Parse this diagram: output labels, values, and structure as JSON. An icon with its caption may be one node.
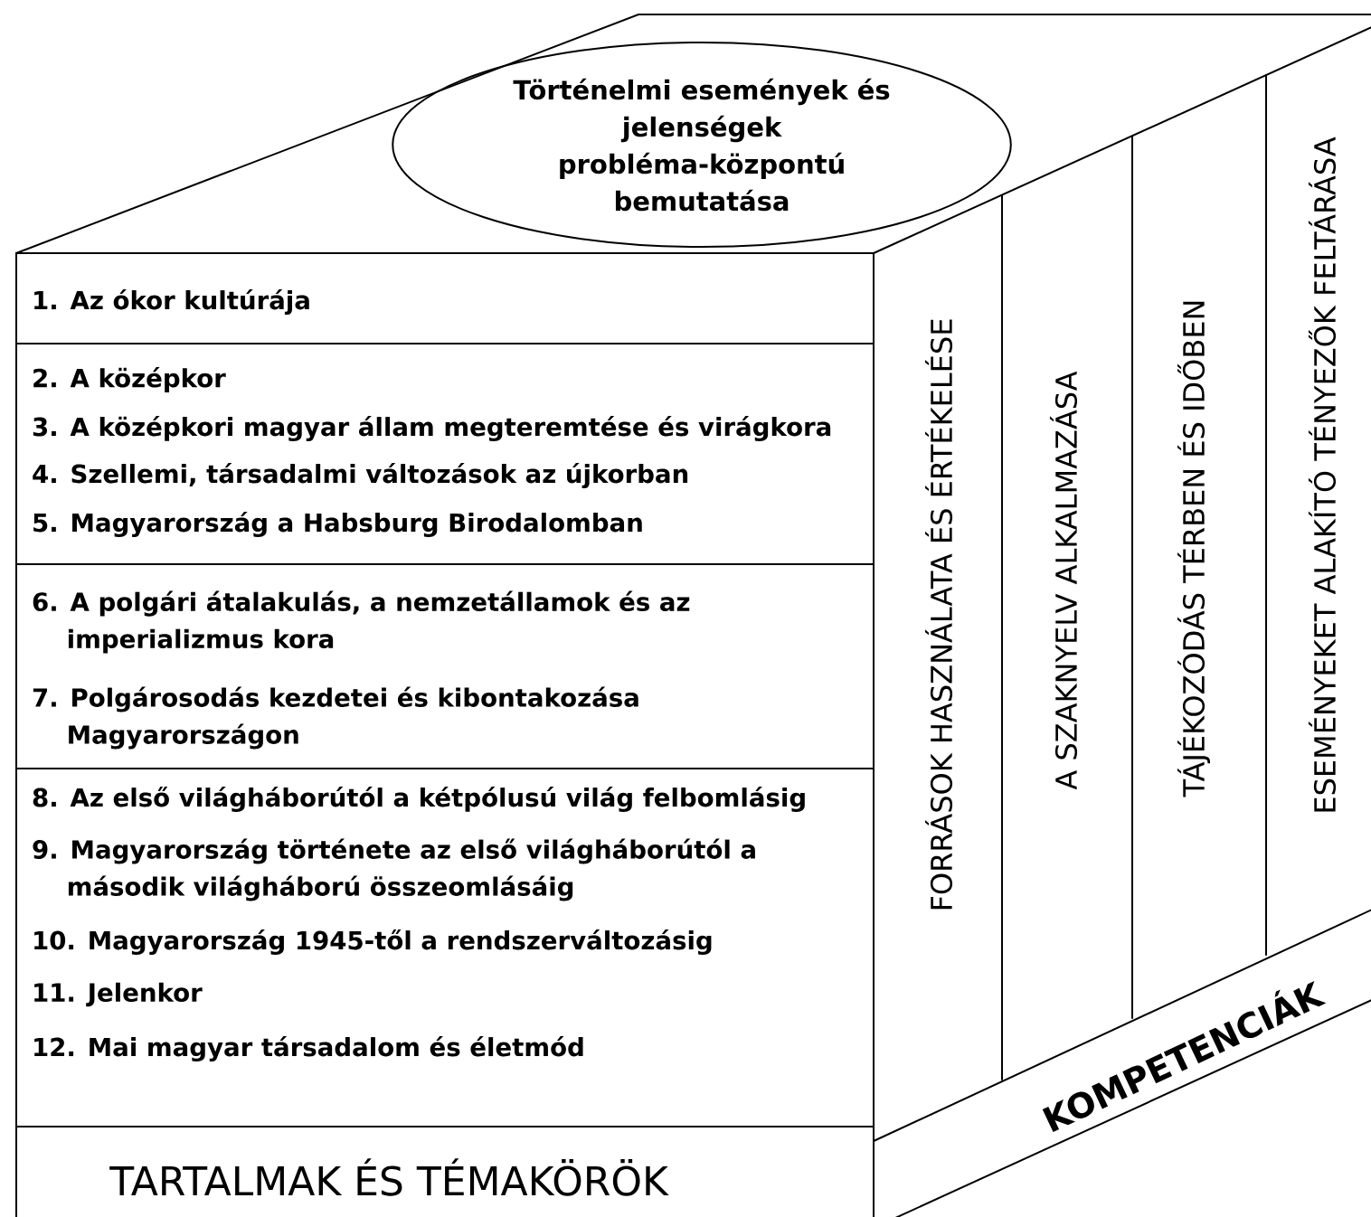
{
  "diagram": {
    "nodes": [
      {
        "text": [
          "Történelmi események és jelenségek probléma-központú bemutatása"
        ]
      },
      {
        "text": [
          "1. Az ókor kultúrája"
        ]
      },
      {
        "text": [
          "2. A középkor",
          "3. A középkori magyar állam megteremtése és virágkora",
          "4. Szellemi, társadalmi változások az újkorban",
          "5. Magyarország a Habsburg Birodalomban"
        ]
      },
      {
        "text": [
          "6. A polgári átalakulás, a nemzetállamok és az imperializmus kora",
          "7. Polgárosodás kezdetei és kibontakozása Magyarországon"
        ]
      },
      {
        "text": [
          "8. Az első világháborútól a kétpólusú világ felbomlásig",
          "9. Magyarország története az első világháborútól a második világháború összeomlásáig",
          "10. Magyarország 1945-től a rendszerváltozásig",
          "11. Jelenkor",
          "12. Mai magyar társadalom és életmód"
        ]
      },
      {
        "text": [
          "TARTALMAK ÉS TÉMAKÖRÖK"
        ]
      },
      {
        "text": [
          "FORRÁSOK HASZNÁLATA ÉS ÉRTÉKELÉSE"
        ]
      },
      {
        "text": [
          "A SZAKNYELV ALKALMAZÁSA"
        ]
      },
      {
        "text": [
          "TÁJÉKOZÓDÁS TÉRBEN ÉS IDŐBEN"
        ]
      },
      {
        "text": [
          "ESEMÉNYEKET ALAKÍTÓ TÉNYEZŐK FELTÁRÁSA"
        ]
      },
      {
        "text": [
          "KOMPETENCIÁK"
        ]
      }
    ]
  }
}
